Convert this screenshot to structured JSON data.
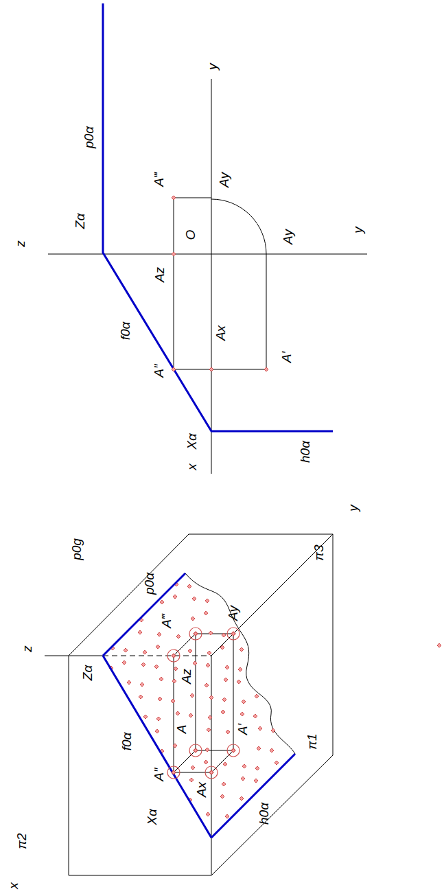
{
  "diagram": {
    "labels": [
      "z",
      "y",
      "p0α",
      "Zα",
      "A‴",
      "Ay",
      "O",
      "Ay",
      "y",
      "Az",
      "f0α",
      "Ax",
      "A″",
      "A′",
      "Xα",
      "x",
      "h0α",
      "y",
      "p0g",
      "π3",
      "p0α",
      "z",
      "A‴",
      "Ay",
      "Zα",
      "Az",
      "f0α",
      "A",
      "A′",
      "A″",
      "Ax",
      "Xα",
      "h0α",
      "π1",
      "π2",
      "x"
    ]
  }
}
